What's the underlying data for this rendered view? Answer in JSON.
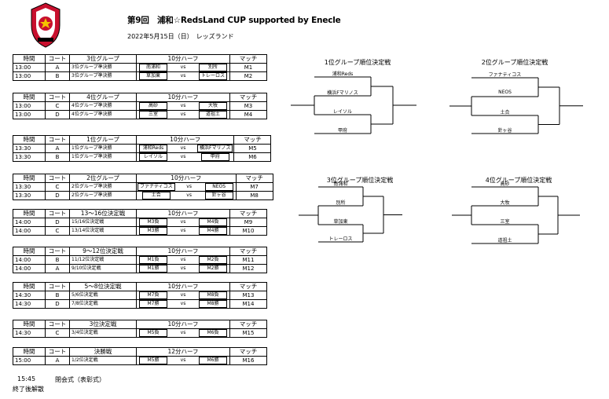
{
  "header": {
    "title": "第9回　浦和☆RedsLand CUP supported by Enecle",
    "date": "2022年5月15日（日）　レッズランド"
  },
  "schedule": [
    {
      "headers": [
        "時間",
        "コート",
        "3位グループ",
        "10分ハーフ",
        "マッチ"
      ],
      "rows": [
        [
          "13:00",
          "A",
          "3位グループ準決勝",
          "南浦和",
          "vs",
          "別所",
          "M1"
        ],
        [
          "13:00",
          "B",
          "3位グループ準決勝",
          "草加東",
          "vs",
          "トレーロス",
          "M2"
        ]
      ]
    },
    {
      "headers": [
        "時間",
        "コート",
        "4位グループ",
        "10分ハーフ",
        "マッチ"
      ],
      "rows": [
        [
          "13:00",
          "C",
          "4位グループ準決勝",
          "高砂",
          "vs",
          "大牧",
          "M3"
        ],
        [
          "13:00",
          "D",
          "4位グループ準決勝",
          "三室",
          "vs",
          "道祖土",
          "M4"
        ]
      ]
    },
    {
      "headers": [
        "時間",
        "コート",
        "1位グループ",
        "10分ハーフ",
        "マッチ"
      ],
      "rows": [
        [
          "13:30",
          "A",
          "1位グループ準決勝",
          "浦和Reds",
          "vs",
          "横浜Fマリノス",
          "M5"
        ],
        [
          "13:30",
          "B",
          "1位グループ準決勝",
          "レイソル",
          "vs",
          "甲府",
          "M6"
        ]
      ]
    },
    {
      "headers": [
        "時間",
        "コート",
        "2位グループ",
        "10分ハーフ",
        "マッチ"
      ],
      "rows": [
        [
          "13:30",
          "C",
          "2位グループ準決勝",
          "ファナティコス",
          "vs",
          "NEOS",
          "M7"
        ],
        [
          "13:30",
          "D",
          "2位グループ準決勝",
          "土合",
          "vs",
          "針ヶ谷",
          "M8"
        ]
      ]
    },
    {
      "headers": [
        "時間",
        "コート",
        "13～16位決定戦",
        "10分ハーフ",
        "マッチ"
      ],
      "rows": [
        [
          "14:00",
          "D",
          "15/16位決定戦",
          "M3負",
          "vs",
          "M4負",
          "M9"
        ],
        [
          "14:00",
          "C",
          "13/14位決定戦",
          "M3勝",
          "vs",
          "M4勝",
          "M10"
        ]
      ]
    },
    {
      "headers": [
        "時間",
        "コート",
        "9～12位決定戦",
        "10分ハーフ",
        "マッチ"
      ],
      "rows": [
        [
          "14:00",
          "B",
          "11/12位決定戦",
          "M1負",
          "vs",
          "M2負",
          "M11"
        ],
        [
          "14:00",
          "A",
          "9/10位決定戦",
          "M1勝",
          "vs",
          "M2勝",
          "M12"
        ]
      ]
    },
    {
      "headers": [
        "時間",
        "コート",
        "5～8位決定戦",
        "10分ハーフ",
        "マッチ"
      ],
      "rows": [
        [
          "14:30",
          "B",
          "5/6位決定戦",
          "M7負",
          "vs",
          "M8負",
          "M13"
        ],
        [
          "14:30",
          "D",
          "7/8位決定戦",
          "M7勝",
          "vs",
          "M8勝",
          "M14"
        ]
      ]
    },
    {
      "headers": [
        "時間",
        "コート",
        "3位決定戦",
        "10分ハーフ",
        "マッチ"
      ],
      "rows": [
        [
          "14:30",
          "C",
          "3/4位決定戦",
          "M5負",
          "vs",
          "M6負",
          "M15"
        ]
      ]
    },
    {
      "headers": [
        "時間",
        "コート",
        "決勝戦",
        "12分ハーフ",
        "マッチ"
      ],
      "rows": [
        [
          "15:00",
          "A",
          "1/2位決定戦",
          "M5勝",
          "vs",
          "M6勝",
          "M16"
        ]
      ]
    }
  ],
  "closing": {
    "time": "15:45",
    "ceremony": "閉会式（表彰式）",
    "dismissal": "終了後解散"
  },
  "brackets": [
    {
      "title": "1位グループ順位決定戦",
      "teams": [
        "浦和Reds",
        "横浜Fマリノス",
        "レイソル",
        "甲府"
      ]
    },
    {
      "title": "2位グループ順位決定戦",
      "teams": [
        "ファナティコス",
        "NEOS",
        "土合",
        "針ヶ谷"
      ]
    },
    {
      "title": "3位グループ順位決定戦",
      "teams": [
        "南浦和",
        "別所",
        "草加東",
        "トレーロス"
      ]
    },
    {
      "title": "4位グループ順位決定戦",
      "teams": [
        "高砂",
        "大牧",
        "三室",
        "道祖土"
      ]
    }
  ]
}
